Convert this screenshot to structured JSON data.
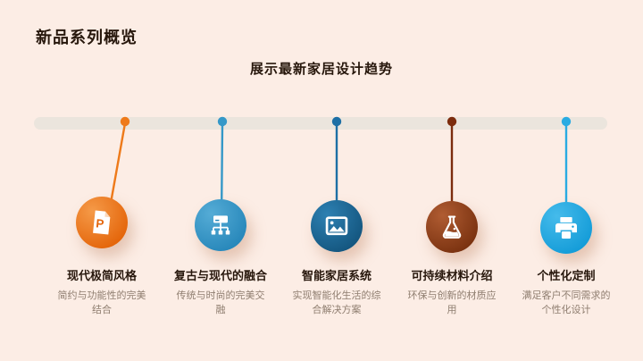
{
  "slide": {
    "title": "新品系列概览",
    "subtitle": "展示最新家居设计趋势"
  },
  "timeline": {
    "bar_color": "#ebe5dd",
    "items": [
      {
        "title": "现代极简风格",
        "desc": "简约与功能性的完美结合",
        "icon": "document-p-icon",
        "accent": "#ee7a1a"
      },
      {
        "title": "复古与现代的融合",
        "desc": "传统与时尚的完美交融",
        "icon": "sitemap-icon",
        "accent": "#3598c8"
      },
      {
        "title": "智能家居系统",
        "desc": "实现智能化生活的综合解决方案",
        "icon": "image-icon",
        "accent": "#1d6fa5"
      },
      {
        "title": "可持续材料介绍",
        "desc": "环保与创新的材质应用",
        "icon": "flask-icon",
        "accent": "#7c2c0d"
      },
      {
        "title": "个性化定制",
        "desc": "满足客户不同需求的个性化设计",
        "icon": "printer-icon",
        "accent": "#29abe2"
      }
    ]
  }
}
